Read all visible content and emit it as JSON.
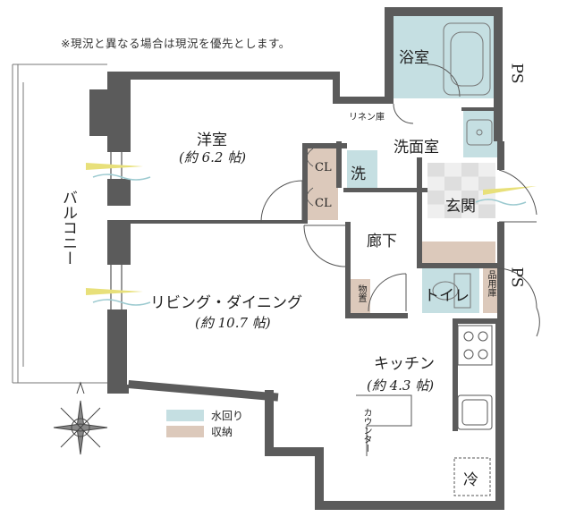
{
  "note": "※現況と異なる場合は現況を優先とします。",
  "rooms": {
    "bath": "浴室",
    "western_room": {
      "name": "洋室",
      "size": "(約 6.2 帖)"
    },
    "linen": "リネン庫",
    "washroom": "洗面室",
    "cl_upper": "CL",
    "cl_lower": "CL",
    "laundry": "洗",
    "entrance": "玄関",
    "corridor": "廊下",
    "storage": "物置",
    "toilet": "トイレ",
    "supply_closet": "品用庫",
    "living": {
      "name": "リビング・ダイニング",
      "size": "(約 10.7 帖)"
    },
    "kitchen": {
      "name": "キッチン",
      "size": "(約 4.3 帖)"
    },
    "counter": "カウンター",
    "fridge": "冷",
    "balcony": "バルコニー",
    "ps_top": "PS",
    "ps_mid": "PS"
  },
  "legend": [
    {
      "label": "水回り",
      "color": "#c5dfe2"
    },
    {
      "label": "収納",
      "color": "#dcc9bb"
    }
  ],
  "colors": {
    "wall": "#5b5b5b",
    "water": "#c5dfe2",
    "storage": "#dcc9bb",
    "tile": "#e4e4e4"
  }
}
